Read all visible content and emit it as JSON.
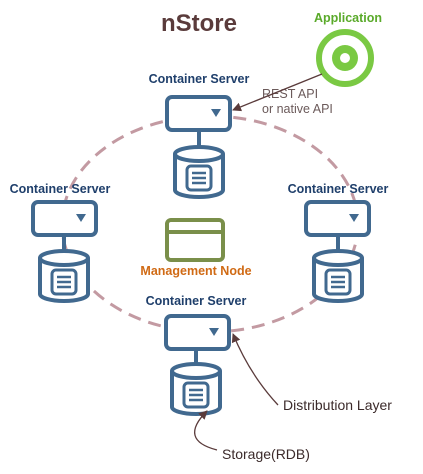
{
  "title": "nStore",
  "application": {
    "label": "Application"
  },
  "api_note": {
    "line1": "REST API",
    "line2": "or native API"
  },
  "servers": [
    {
      "label": "Container Server"
    },
    {
      "label": "Container Server"
    },
    {
      "label": "Container Server"
    },
    {
      "label": "Container Server"
    }
  ],
  "management": {
    "label": "Management Node"
  },
  "callouts": {
    "distribution": "Distribution Layer",
    "storage": "Storage(RDB)"
  },
  "colors": {
    "node_stroke": "#41698f",
    "node_fill": "#ffffff",
    "ring": "#c39aa2",
    "app_green": "#7ac943",
    "mgmt_green": "#7a8f4a",
    "arrow": "#5a3b3b"
  }
}
